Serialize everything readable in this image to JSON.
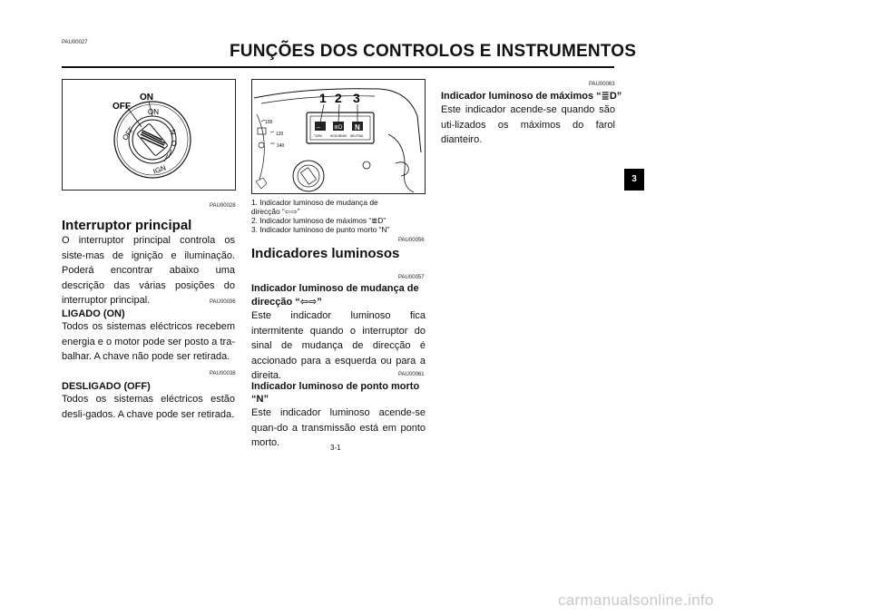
{
  "header": {
    "doc_code": "PAU00027",
    "title": "FUNÇÕES DOS CONTROLOS E INSTRUMENTOS"
  },
  "key_figure": {
    "label_on": "ON",
    "label_off": "OFF",
    "dial_on": "ON",
    "dial_off": "OFF",
    "dial_ign": "IGN"
  },
  "panel_figure": {
    "callouts": [
      "1",
      "2",
      "3"
    ],
    "lamp_labels": [
      "TURN",
      "HIGH BEAM",
      "NEUTRAL"
    ],
    "speed_ticks": [
      "100",
      "120",
      "140"
    ],
    "lamp_n": "N"
  },
  "left_column": {
    "main_switch": {
      "code": "PAU00028",
      "heading": "Interruptor principal",
      "body": "O interruptor principal controla os siste-mas de ignição e iluminação. Poderá encontrar abaixo uma descrição das várias posições do interruptor principal."
    },
    "on": {
      "code": "PAU00036",
      "heading": "LIGADO (ON)",
      "body": "Todos os sistemas eléctricos recebem energia e o motor pode ser posto a tra-balhar. A chave não pode ser retirada."
    },
    "off": {
      "code": "PAU00038",
      "heading": "DESLIGADO (OFF)",
      "body": "Todos os sistemas eléctricos estão desli-gados. A chave pode ser retirada."
    }
  },
  "middle_column": {
    "captions": [
      "1.   Indicador luminoso de mudança de",
      "       direcção “⇦⇨”",
      "2.   Indicador luminoso de máximos “≣D”",
      "3.   Indicador luminoso de punto morto “N”"
    ],
    "indicators": {
      "code": "PAU00056",
      "heading": "Indicadores luminosos"
    },
    "turn": {
      "code": "PAU00057",
      "heading_line1": "Indicador luminoso de mudança de",
      "heading_line2": "direcção “⇦⇨”",
      "body": "Este indicador luminoso fica intermitente quando o interruptor do sinal de mudança de direcção é accionado para a esquerda ou para a direita."
    },
    "neutral": {
      "code": "PAU00061",
      "heading_line1": "Indicador luminoso de ponto morto",
      "heading_line2": "“N”",
      "body": "Este indicador luminoso acende-se quan-do a transmissão está em ponto morto."
    }
  },
  "right_column": {
    "high_beam": {
      "code": "PAU00063",
      "heading": "Indicador luminoso de máximos “≣D”",
      "body": "Este indicador acende-se quando são uti-lizados os máximos do farol dianteiro."
    }
  },
  "section_tab": "3",
  "page_number": "3-1",
  "watermark": "carmanualsonline.info"
}
